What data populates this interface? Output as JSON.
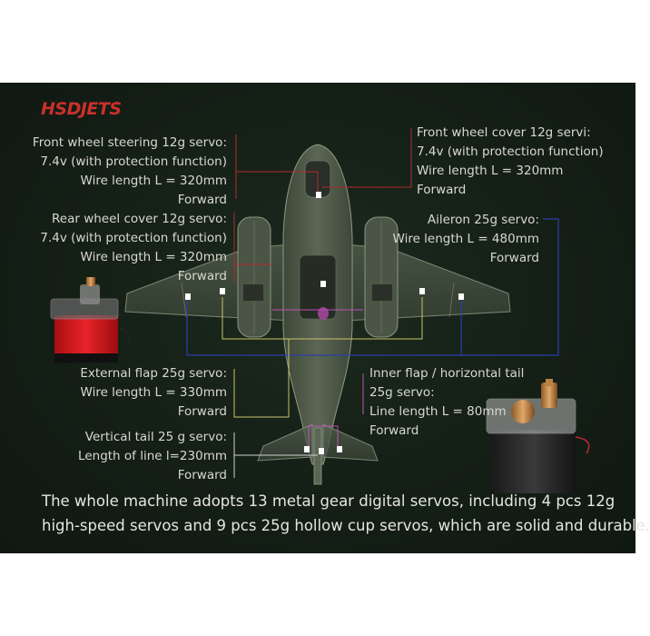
{
  "brand": {
    "logo": "HSDJETS",
    "registered_mark": "®"
  },
  "labels": {
    "front_wheel_steering": [
      "Front wheel steering 12g servo:",
      "7.4v (with protection function)",
      "Wire length L = 320mm",
      "Forward"
    ],
    "front_wheel_cover": [
      "Front wheel cover 12g servi:",
      "7.4v (with protection function)",
      "Wire length L = 320mm",
      "Forward"
    ],
    "rear_wheel_cover": [
      "Rear wheel cover 12g servo:",
      "7.4v (with protection function)",
      "Wire length L = 320mm",
      "Forward"
    ],
    "aileron": [
      "Aileron 25g servo:",
      "Wire length L = 480mm",
      "Forward"
    ],
    "external_flap": [
      "External flap 25g servo:",
      "Wire length L = 330mm",
      "Forward"
    ],
    "inner_flap": [
      "Inner flap / horizontal tail",
      "25g servo:",
      "Line length L = 80mm",
      "Forward"
    ],
    "vertical_tail": [
      "Vertical tail 25 g servo:",
      "Length of line l=230mm",
      "Forward"
    ]
  },
  "footer": {
    "line1": "The whole machine adopts 13 metal gear digital servos, including 4 pcs 12g",
    "line2": "high-speed servos and 9 pcs 25g hollow cup servos, which are solid and durable."
  },
  "colors": {
    "panel_background": "#141f16",
    "logo_red": "#c9302c",
    "lead_red": "#b02a2e",
    "lead_blue": "#2b3fa8",
    "lead_yellow": "#c9c26a",
    "lead_magenta": "#c050b8",
    "lead_white": "#d0d0d0"
  }
}
